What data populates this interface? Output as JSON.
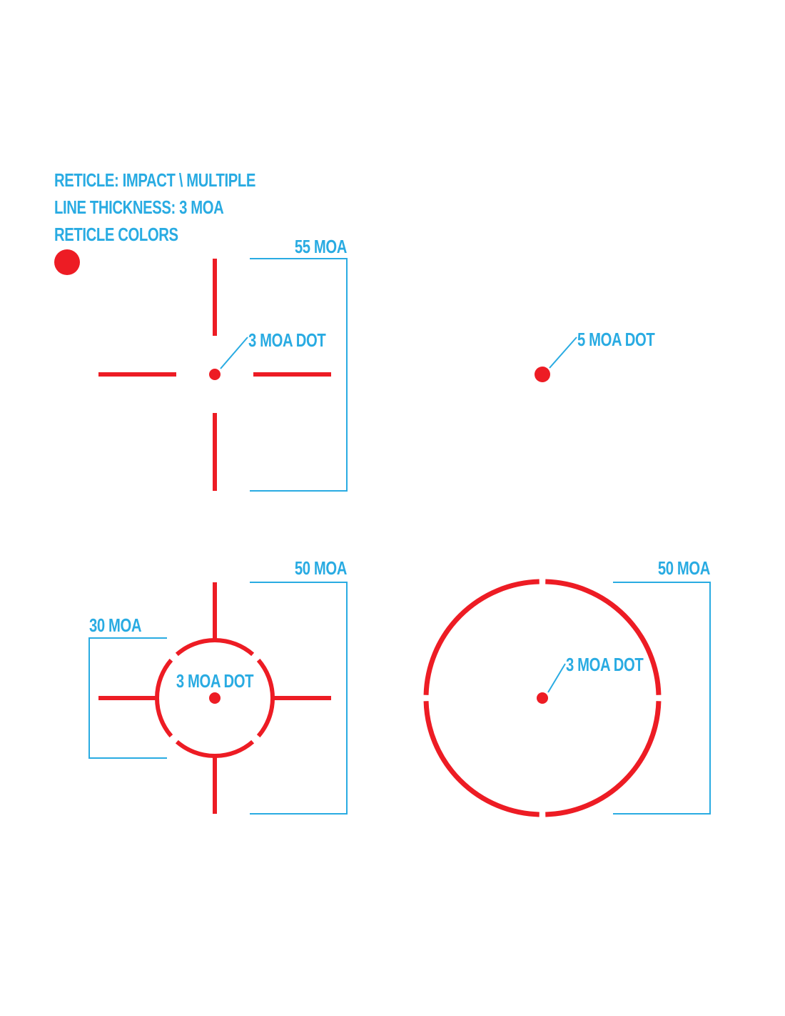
{
  "colors": {
    "accent": "#29abe2",
    "reticle": "#ed1c24",
    "background": "#ffffff"
  },
  "header": {
    "reticle": "RETICLE: IMPACT \\ MULTIPLE",
    "line_thickness": "LINE THICKNESS: 3 MOA",
    "reticle_colors": "RETICLE COLORS"
  },
  "swatches": [
    {
      "color": "#ed1c24"
    }
  ],
  "reticles": {
    "crosshair": {
      "outer_label": "55 MOA",
      "dot_label": "3 MOA DOT"
    },
    "dot": {
      "dot_label": "5 MOA DOT"
    },
    "circle_cross": {
      "outer_label": "50 MOA",
      "inner_label": "30 MOA",
      "dot_label": "3 MOA DOT"
    },
    "big_circle": {
      "outer_label": "50 MOA",
      "dot_label": "3 MOA DOT"
    }
  }
}
